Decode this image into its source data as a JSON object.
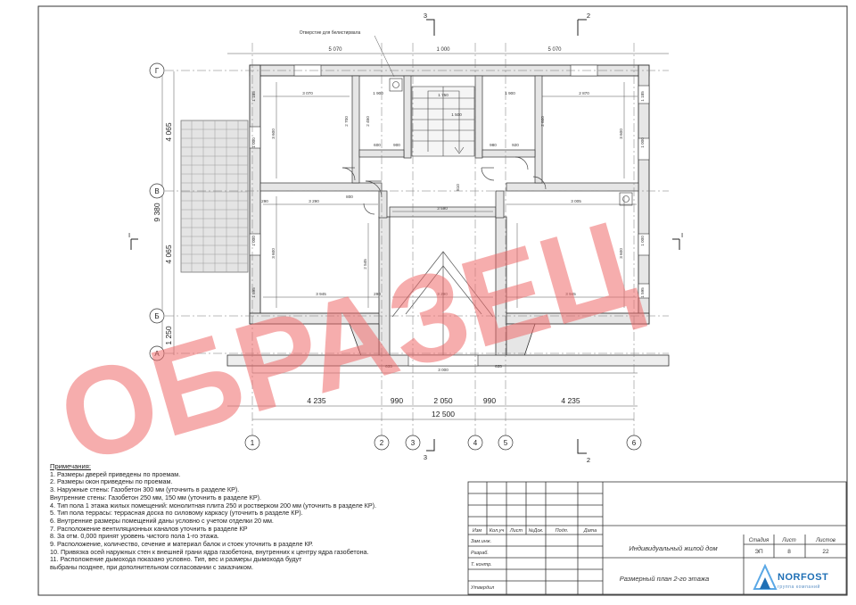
{
  "axes": {
    "letters": [
      "Г",
      "В",
      "Б",
      "А"
    ],
    "numbers": [
      "1",
      "2",
      "3",
      "4",
      "5",
      "6"
    ],
    "section_marks": [
      "3",
      "2",
      "1"
    ]
  },
  "labels": {
    "chimney": "Отверстие для белистирвала",
    "i_mark": "I"
  },
  "dims": {
    "top": [
      "5 070",
      "1 000",
      "5 070"
    ],
    "bottom_row": [
      "4 235",
      "990",
      "2 050",
      "990",
      "4 235"
    ],
    "total": "12 500",
    "left_vertical": [
      "4 065",
      "9 380",
      "4 065",
      "1 250"
    ],
    "inner": [
      "3 070",
      "1 900",
      "1 900",
      "2 870",
      "3 290",
      "3 590",
      "3 005",
      "3 945",
      "3 290",
      "3 945",
      "3 000",
      "635",
      "635",
      "3 600",
      "3 600",
      "3 600",
      "3 600",
      "2 700",
      "2 450",
      "1 185",
      "1 000",
      "1 000",
      "1 595",
      "2 545",
      "1 595",
      "1 000",
      "1 000",
      "1 185",
      "2 600",
      "290",
      "800",
      "600",
      "900",
      "1 750",
      "980",
      "920",
      "810",
      "1 500"
    ]
  },
  "notes": {
    "title": "Примечания:",
    "items": [
      "1. Размеры дверей приведены по проемам.",
      "2. Размеры окон приведены по проемам.",
      "3. Наружные стены: Газобетон 300 мм  (уточнить в разделе КР).",
      "    Внутренние стены: Газобетон 250 мм, 150 мм (уточнить в разделе КР).",
      "4. Тип пола 1 этажа жилых помещений: монолитная плита 250 и ростверком 200 мм (уточнить в разделе КР).",
      "5. Тип пола террасы: террасная доска по силовому каркасу (уточнить в разделе КР).",
      "6. Внутренние размеры помещений даны условно с учетом отделки 20 мм.",
      "7. Расположение вентиляционных каналов уточнить в разделе КР",
      "8. За отм. 0,000 принят уровень чистого пола 1-го этажа.",
      "9. Расположение, количество, сечение и материал балок и стоек уточнить в разделе КР.",
      "10. Привязка осей наружных стен к внешней грани ядра газобетона, внутренних к центру ядра газобетона.",
      "11. Расположение дымохода показано условно. Тип, вес и размеры дымохода будут",
      "     выбраны позднее, при дополнительном согласовании с заказчиком."
    ]
  },
  "title_block": {
    "col_headers": [
      "Изм",
      "Кол.уч",
      "Лист",
      "№Док.",
      "Подп.",
      "Дата"
    ],
    "roles": [
      "Зам.инж.",
      "Разраб.",
      "Т. контр.",
      "Утвердил"
    ],
    "project": "Индивидуальный жилой дом",
    "sheet_title": "Размерный план 2-го этажа",
    "stage_header": "Стадия",
    "sheet_header": "Лист",
    "sheets_header": "Листов",
    "stage": "ЭП",
    "sheet": "8",
    "sheets": "22",
    "company": "NORFOST",
    "company_sub": "группа компаний"
  },
  "watermark": {
    "text": "ОБРАЗЕЦ",
    "color": "#f06b6b"
  }
}
